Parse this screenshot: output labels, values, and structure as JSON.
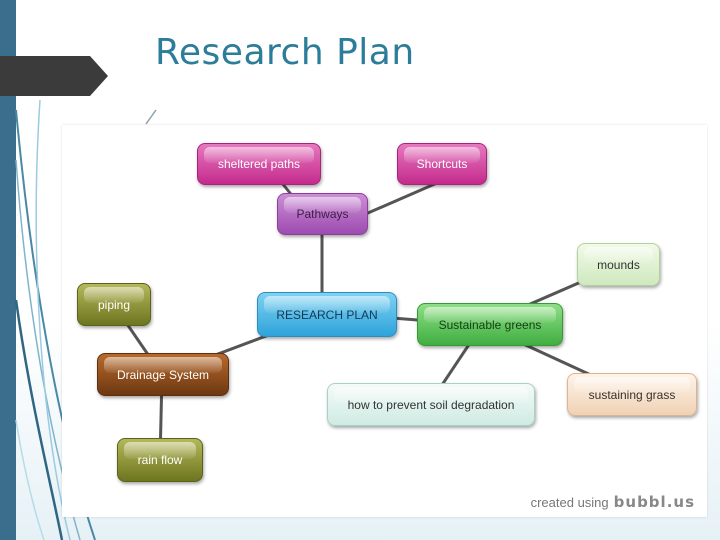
{
  "title": "Research Plan",
  "diagram": {
    "nodes": {
      "center": "RESEARCH PLAN",
      "pathways": "Pathways",
      "sheltered": "sheltered paths",
      "shortcuts": "Shortcuts",
      "greens": "Sustainable greens",
      "mounds": "mounds",
      "grass": "sustaining grass",
      "soil": "how to prevent soil degradation",
      "drainage": "Drainage System",
      "piping": "piping",
      "rainflow": "rain flow"
    }
  },
  "credit": {
    "prefix": "created using",
    "brand": "bubbl.us"
  },
  "colors": {
    "title": "#2b7d9a",
    "left_band": "#3a6e8c",
    "edge": "#555555"
  }
}
